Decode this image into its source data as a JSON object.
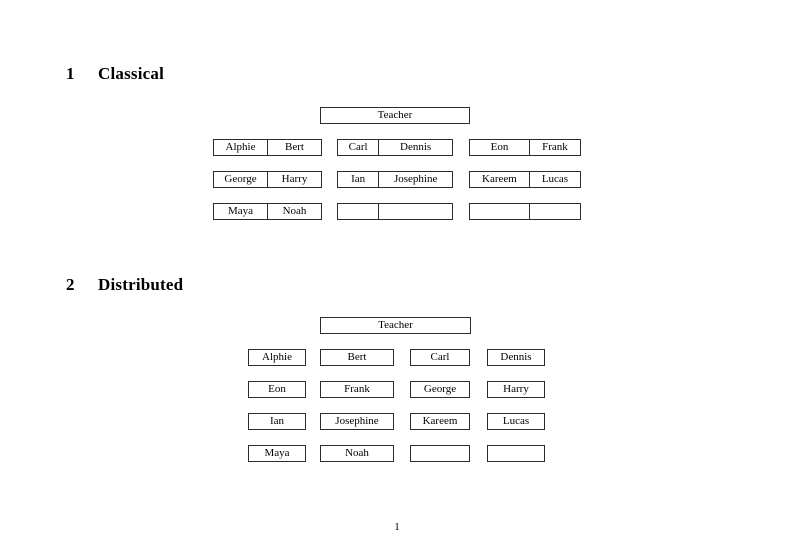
{
  "document": {
    "page_number": "1",
    "sections": [
      {
        "number": "1",
        "title": "Classical",
        "teacher_label": "Teacher",
        "layout": "grouped-pairs",
        "rows": [
          {
            "groups": [
              {
                "cells": [
                  "Alphie",
                  "Bert"
                ]
              },
              {
                "cells": [
                  "Carl",
                  "Dennis"
                ]
              },
              {
                "cells": [
                  "Eon",
                  "Frank"
                ]
              }
            ]
          },
          {
            "groups": [
              {
                "cells": [
                  "George",
                  "Harry"
                ]
              },
              {
                "cells": [
                  "Ian",
                  "Josephine"
                ]
              },
              {
                "cells": [
                  "Kareem",
                  "Lucas"
                ]
              }
            ]
          },
          {
            "groups": [
              {
                "cells": [
                  "Maya",
                  "Noah"
                ]
              },
              {
                "cells": [
                  "",
                  ""
                ]
              },
              {
                "cells": [
                  "",
                  ""
                ]
              }
            ]
          }
        ]
      },
      {
        "number": "2",
        "title": "Distributed",
        "teacher_label": "Teacher",
        "layout": "separate-boxes",
        "rows": [
          {
            "cells": [
              "Alphie",
              "Bert",
              "Carl",
              "Dennis"
            ]
          },
          {
            "cells": [
              "Eon",
              "Frank",
              "George",
              "Harry"
            ]
          },
          {
            "cells": [
              "Ian",
              "Josephine",
              "Kareem",
              "Lucas"
            ]
          },
          {
            "cells": [
              "Maya",
              "Noah",
              "",
              ""
            ]
          }
        ]
      }
    ]
  }
}
